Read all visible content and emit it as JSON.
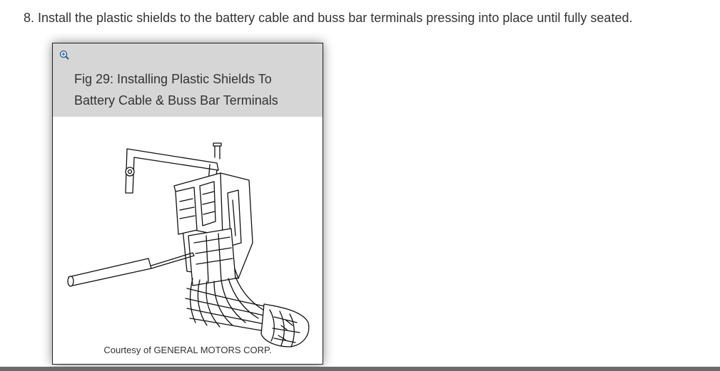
{
  "step": {
    "text": "8. Install the plastic shields to the battery cable and buss bar terminals pressing into place until fully seated."
  },
  "figure": {
    "zoom_icon": "zoom-in-icon",
    "title_line1": "Fig 29: Installing Plastic Shields To",
    "title_line2": "Battery Cable & Buss Bar Terminals",
    "courtesy": "Courtesy of GENERAL MOTORS CORP."
  }
}
